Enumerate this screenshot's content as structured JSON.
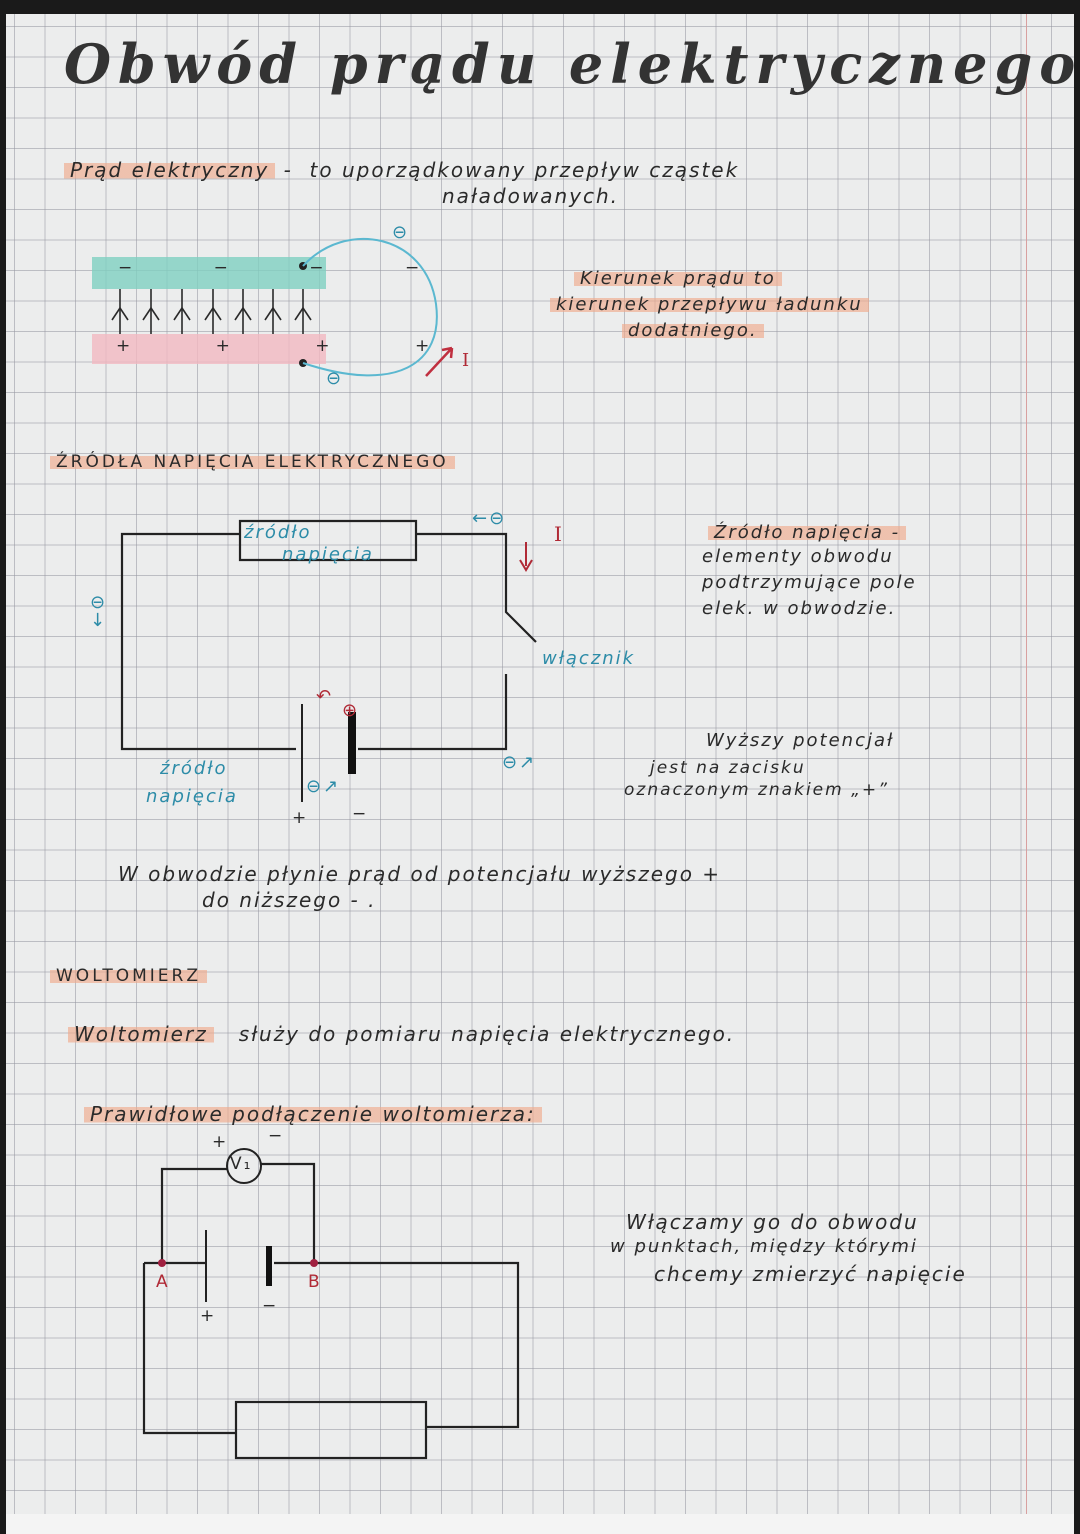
{
  "page": {
    "title": "Obwód prądu elektrycznego",
    "colors": {
      "paper": "#eceded",
      "grid": "#9696a0",
      "highlight": "#f0aa8c",
      "ink": "#2a2a2a",
      "blue_ink": "#2d8ca8",
      "red_ink": "#b02a36",
      "teal_band": "#7fcfc0",
      "pink_band": "#f2b8c0"
    }
  },
  "definition": {
    "term": "Prąd elektryczny",
    "dash": "-",
    "text_line1": "to uporządkowany przepływ cząstek",
    "text_line2": "naładowanych."
  },
  "plates_diagram": {
    "negative_signs": [
      "−",
      "−",
      "−",
      "−"
    ],
    "positive_signs": [
      "+",
      "+",
      "+",
      "+"
    ],
    "electron_symbol": "⊖",
    "current_label": "I"
  },
  "current_direction_note": {
    "line1": "Kierunek prądu to",
    "line2": "kierunek przepływu ładunku",
    "line3": "dodatniego."
  },
  "section_sources": {
    "heading": "ŹRÓDŁA NAPIĘCIA ELEKTRYCZNEGO",
    "box_label_line1": "źródło",
    "box_label_line2": "napięcia",
    "battery_label_line1": "źródło",
    "battery_label_line2": "napięcia",
    "switch_label": "włącznik",
    "current_label": "I",
    "plus_terminal": "+",
    "minus_terminal": "−",
    "proton_symbol": "⊕",
    "electron_symbol": "⊖",
    "definition_line1": "Źródło napięcia -",
    "definition_line2": "elementy obwodu",
    "definition_line3": "podtrzymujące pole",
    "definition_line4": "elek. w obwodzie.",
    "potential_line1": "Wyższy potencjał",
    "potential_line2": "jest na zacisku",
    "potential_line3": "oznaczonym znakiem „+”"
  },
  "flow_note": {
    "line1": "W obwodzie płynie prąd od potencjału wyższego +",
    "line2": "do niższego - ."
  },
  "section_voltmeter": {
    "heading": "WOLTOMIERZ",
    "term": "Woltomierz",
    "definition": "służy do pomiaru napięcia elektrycznego.",
    "subheading": "Prawidłowe podłączenie woltomierza:",
    "meter_label": "V₁",
    "meter_plus": "+",
    "meter_minus": "−",
    "point_a": "A",
    "point_b": "B",
    "battery_plus": "+",
    "battery_minus": "−",
    "note_line1": "Włączamy go do obwodu",
    "note_line2": "w punktach, między którymi",
    "note_line3": "chcemy zmierzyć napięcie"
  }
}
